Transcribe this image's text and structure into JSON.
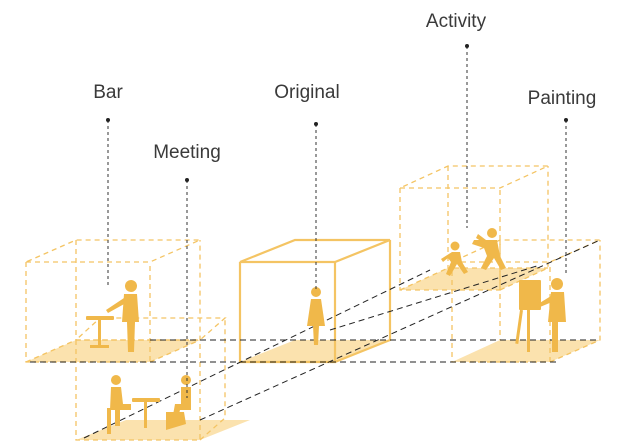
{
  "labels": {
    "bar": "Bar",
    "meeting": "Meeting",
    "original": "Original",
    "activity": "Activity",
    "painting": "Painting"
  },
  "colors": {
    "box_outline": "#f4c463",
    "floor_fill": "#fbe2ae",
    "figure_fill": "#f0b84a",
    "leader": "#333333",
    "text": "#3a3a3a"
  },
  "icons": [
    "person-at-bar-table-icon",
    "two-people-at-table-icon",
    "standing-person-icon",
    "running-figures-icon",
    "painter-at-easel-icon"
  ]
}
